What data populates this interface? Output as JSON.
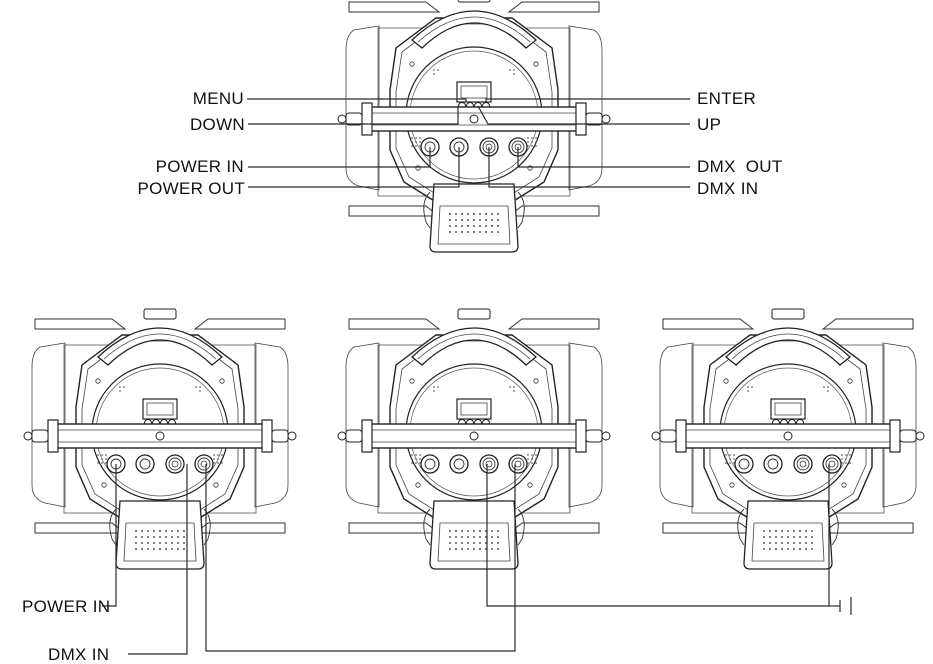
{
  "top_fixture": {
    "left_labels": {
      "menu": "MENU",
      "down": "DOWN",
      "power_in": "POWER IN",
      "power_out": "POWER OUT"
    },
    "right_labels": {
      "enter": "ENTER",
      "up": "UP",
      "dmx_out": "DMX  OUT",
      "dmx_in": "DMX IN"
    }
  },
  "chain": {
    "power_in": "POWER IN",
    "dmx_in": "DMX IN",
    "terminator_symbol": "⊣|"
  },
  "colors": {
    "line": "#2a2a2a",
    "text": "#111111"
  }
}
